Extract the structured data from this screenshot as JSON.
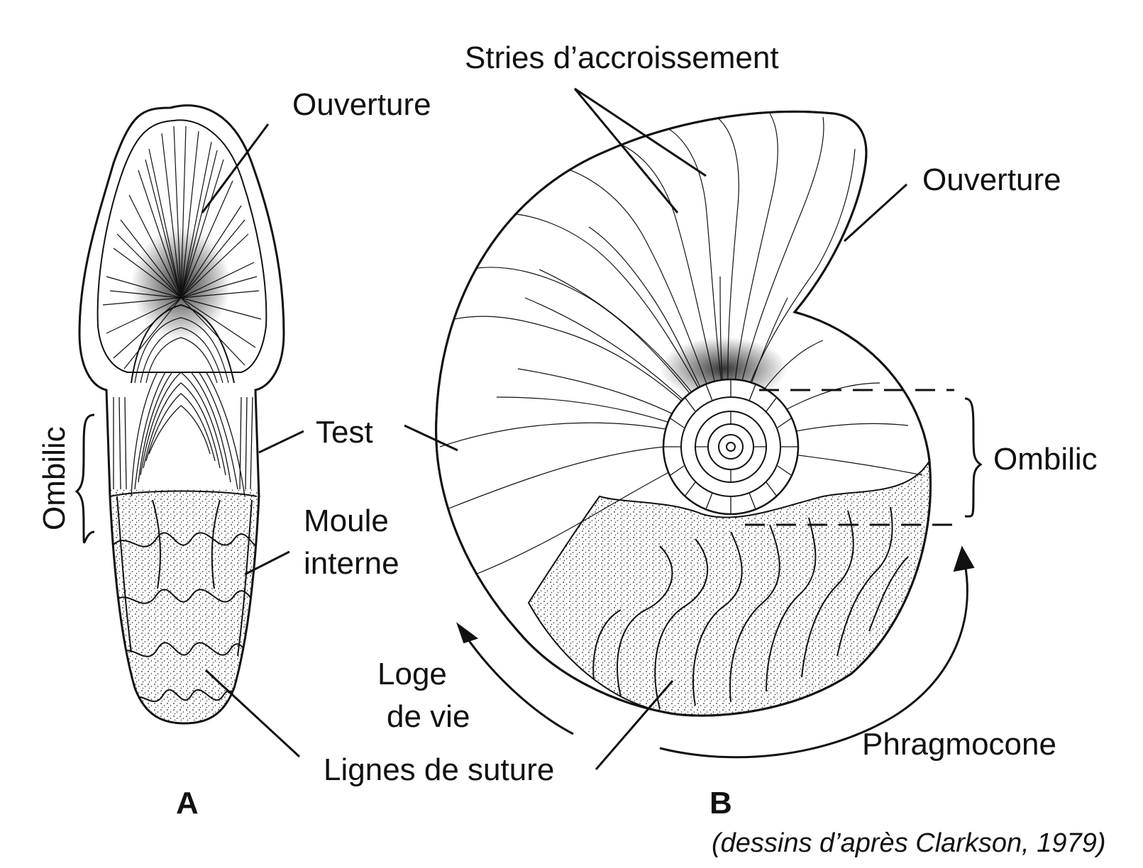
{
  "figure_a": {
    "labels": {
      "ouverture": "Ouverture",
      "ombilic": "Ombilic",
      "test": "Test",
      "moule_interne_1": "Moule",
      "moule_interne_2": "interne",
      "lignes_de_suture": "Lignes de suture"
    },
    "panel_letter": "A"
  },
  "figure_b": {
    "labels": {
      "stries": "Stries d’accroissement",
      "ouverture": "Ouverture",
      "ombilic": "Ombilic",
      "loge_1": "Loge",
      "loge_2": "de vie",
      "phragmocone": "Phragmocone"
    },
    "panel_letter": "B"
  },
  "credit": "(dessins d’après Clarkson, 1979)",
  "colors": {
    "ink": "#111111",
    "background": "#ffffff"
  }
}
